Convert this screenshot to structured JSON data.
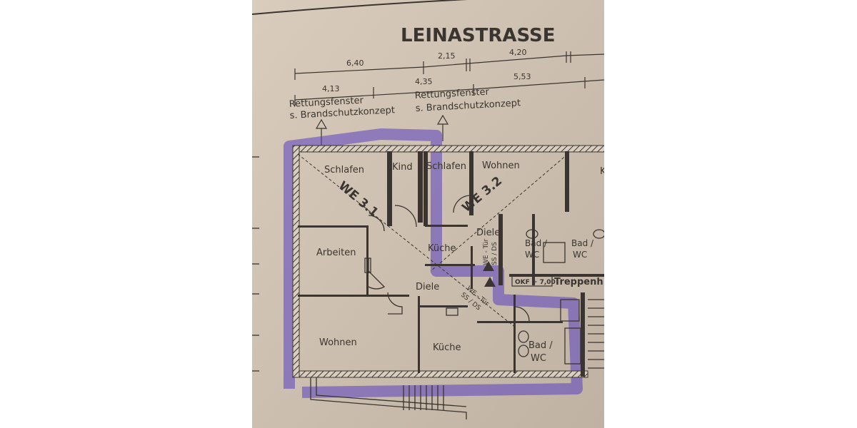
{
  "street": "LEINASTRASSE",
  "dimensions": {
    "top_row": [
      "6,40",
      "2,15",
      "4,20"
    ],
    "second_row": [
      "4,13",
      "4,35",
      "5,53"
    ]
  },
  "notes": {
    "left_line1": "Rettungsfenster",
    "left_line2": "s. Brandschutzkonzept",
    "right_line1": "Rettungsfenster",
    "right_line2": "s. Brandschutzkonzept"
  },
  "units": {
    "we31": "WE 3.1",
    "we32": "WE 3.2"
  },
  "rooms": {
    "schlafen_1": "Schlafen",
    "kind": "Kind",
    "schlafen_2": "Schlafen",
    "wohnen_2": "Wohnen",
    "k_partial": "K",
    "arbeiten": "Arbeiten",
    "diele_2": "Diele",
    "kueche_2": "Küche",
    "diele_1": "Diele",
    "wohnen_1": "Wohnen",
    "kueche_1": "Küche",
    "bad_1_line1": "Bad /",
    "bad_1_line2": "WC",
    "bad_2a_line1": "Bad /",
    "bad_2a_line2": "WC",
    "bad_2b_line1": "Bad /",
    "bad_2b_line2": "WC"
  },
  "doors": {
    "we32_door_line1": "WE - Tür",
    "we32_door_line2": "SS / DS",
    "we31_door_line1": "WE - Tür",
    "we31_door_line2": "SS / DS"
  },
  "level_box": "OKF + 7,00",
  "stairs_label": "Treppenh",
  "colors": {
    "paper": "#cfc2b2",
    "ink": "#3a3530",
    "highlight": "#5a3fc0"
  }
}
